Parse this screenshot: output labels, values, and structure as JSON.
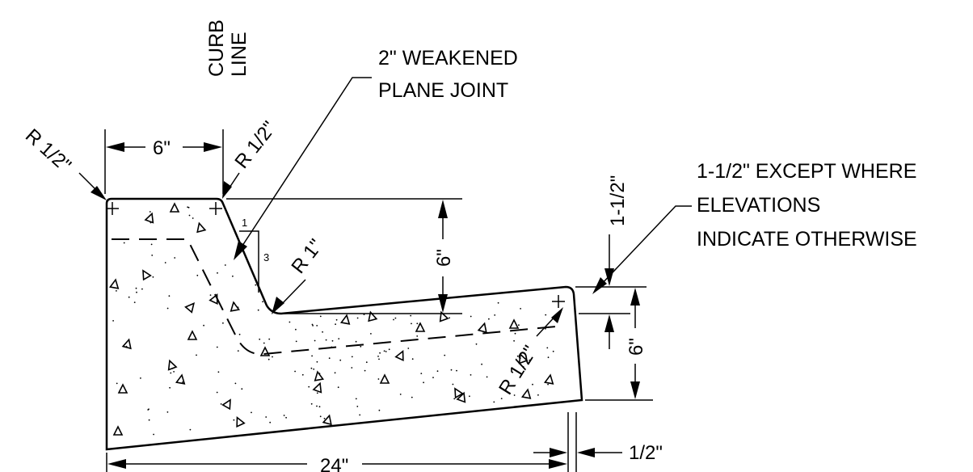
{
  "labels": {
    "curb": "CURB",
    "line": "LINE",
    "joint_line1": "2\" WEAKENED",
    "joint_line2": "PLANE JOINT",
    "note_line1": "1-1/2\" EXCEPT WHERE",
    "note_line2": "ELEVATIONS",
    "note_line3": "INDICATE OTHERWISE"
  },
  "dimensions": {
    "top_width": "6\"",
    "curb_height": "6\"",
    "gutter_lip": "1-1/2\"",
    "gutter_depth": "6\"",
    "total_width": "24\"",
    "offset": "1/2\""
  },
  "radii": {
    "back_top": "R 1/2\"",
    "front_top": "R 1/2\"",
    "flowline": "R 1\"",
    "gutter_edge": "R 1/2\""
  },
  "slope": {
    "rise": "1",
    "run": "3"
  }
}
